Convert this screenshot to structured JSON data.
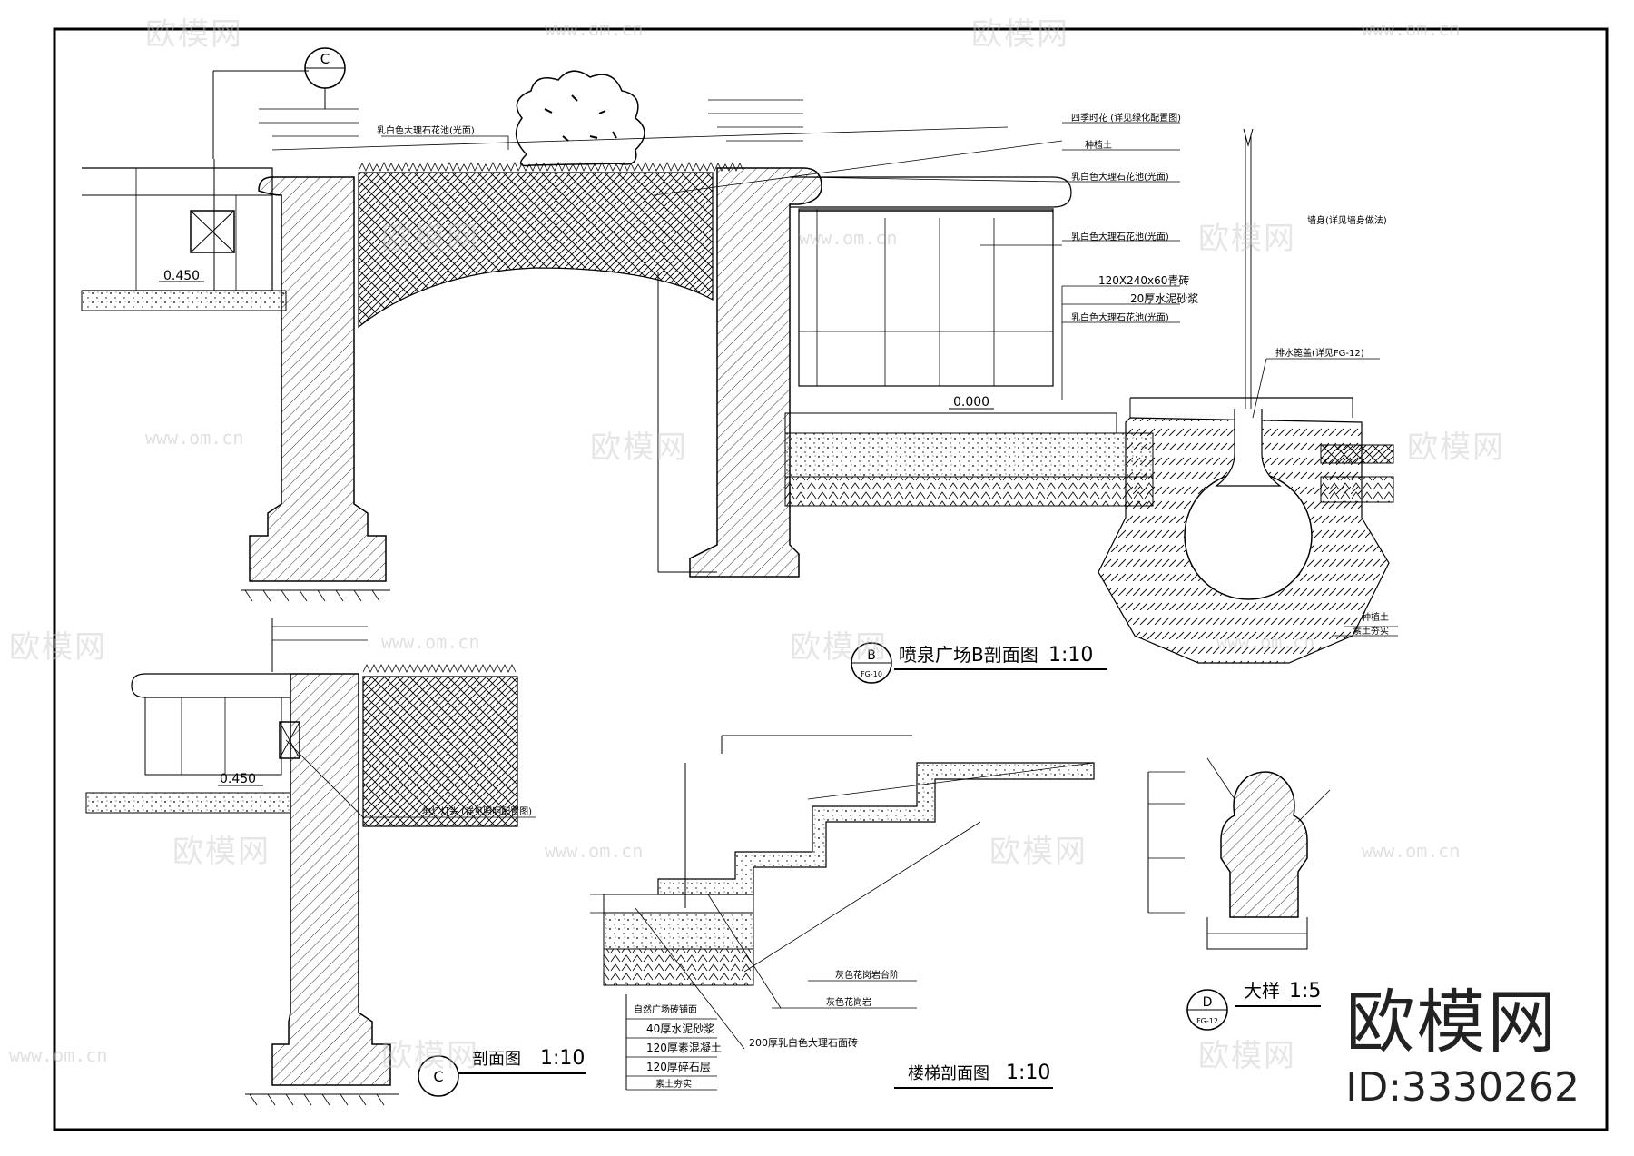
{
  "watermark": {
    "text": "欧模网",
    "url": "www.om.cn"
  },
  "brand": {
    "logo_text": "欧模网",
    "id_text": "ID:3330262"
  },
  "drawings": {
    "fountain_section": {
      "title": "喷泉广场B剖面图",
      "scale": "1:10",
      "marker_letter": "B",
      "marker_ref": "FG-10",
      "top_marker_letter": "C",
      "elev_left": "0.450",
      "elev_right": "0.000",
      "notes": {
        "marble_top_left": "乳白色大理石花池(光面)",
        "seasonal_flowers": "四季时花  (详见绿化配置图)",
        "planting_soil": "种植土",
        "marble_cap": "乳白色大理石花池(光面)",
        "wall_detail": "墙身(详见墙身做法)",
        "marble_face": "乳白色大理石花池(光面)",
        "brick": "120X240x60青砖",
        "mortar": "20厚水泥砂浆",
        "marble_base": "乳白色大理石花池(光面)",
        "drain_grate": "排水篦盖(详见FG-12)",
        "backfill": "种植土",
        "compacted": "素土夯实"
      }
    },
    "section_c": {
      "title": "剖面图",
      "scale": "1:10",
      "marker_letter": "C",
      "elev": "0.450",
      "note_lighting": "地灯灯头  (详见照明配置图)"
    },
    "stair_section": {
      "title": "楼梯剖面图",
      "scale": "1:10",
      "note_anti_slip": "灰色花岗岩台阶",
      "note_granite": "灰色花岗岩",
      "note_marble": "200厚乳白色大理石面砖",
      "layers": [
        "自然广场砖铺面",
        "40厚水泥砂浆",
        "120厚素混凝土",
        "120厚碎石层",
        "素土夯实"
      ]
    },
    "detail_d": {
      "title": "大样",
      "scale": "1:5",
      "marker_letter": "D",
      "marker_ref": "FG-12"
    }
  }
}
